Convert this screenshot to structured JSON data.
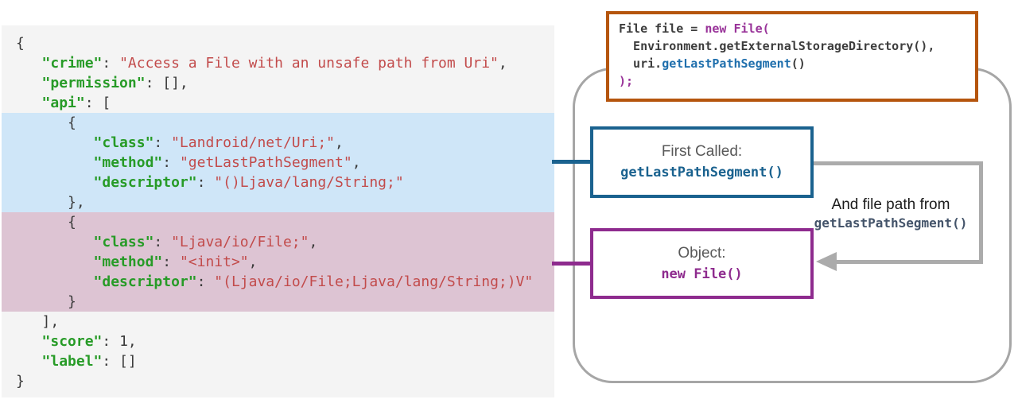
{
  "colors": {
    "json_panel_bg": "#f4f4f4",
    "json_key_green": "#279b27",
    "json_string_red": "#c24b4b",
    "json_punct_gray": "#3a3a3a",
    "highlight_blue": "#cfe6f8",
    "highlight_pink": "#ddc4d3",
    "accent_blue": "#1a628f",
    "accent_purple": "#8e2b8e",
    "accent_orange": "#b5550d",
    "gray_line": "#ababab",
    "container_gray": "#a6a6a6",
    "code_keyword_purple": "#993399",
    "code_method_blue": "#1f6fad",
    "code_text_dark": "#3d3d3d",
    "label_gray": "#595959"
  },
  "json_panel": {
    "lines": [
      {
        "hl": "none",
        "segs": [
          [
            "pun",
            "{"
          ]
        ]
      },
      {
        "hl": "none",
        "segs": [
          [
            "pun",
            "   "
          ],
          [
            "key",
            "\"crime\""
          ],
          [
            "pun",
            ": "
          ],
          [
            "str",
            "\"Access a File with an unsafe path from Uri\""
          ],
          [
            "pun",
            ","
          ]
        ]
      },
      {
        "hl": "none",
        "segs": [
          [
            "pun",
            "   "
          ],
          [
            "key",
            "\"permission\""
          ],
          [
            "pun",
            ": [],"
          ]
        ]
      },
      {
        "hl": "none",
        "segs": [
          [
            "pun",
            "   "
          ],
          [
            "key",
            "\"api\""
          ],
          [
            "pun",
            ": ["
          ]
        ]
      },
      {
        "hl": "blue",
        "segs": [
          [
            "pun",
            "      {"
          ]
        ]
      },
      {
        "hl": "blue",
        "segs": [
          [
            "pun",
            "         "
          ],
          [
            "key",
            "\"class\""
          ],
          [
            "pun",
            ": "
          ],
          [
            "str",
            "\"Landroid/net/Uri;\""
          ],
          [
            "pun",
            ","
          ]
        ]
      },
      {
        "hl": "blue",
        "segs": [
          [
            "pun",
            "         "
          ],
          [
            "key",
            "\"method\""
          ],
          [
            "pun",
            ": "
          ],
          [
            "str",
            "\"getLastPathSegment\""
          ],
          [
            "pun",
            ","
          ]
        ]
      },
      {
        "hl": "blue",
        "segs": [
          [
            "pun",
            "         "
          ],
          [
            "key",
            "\"descriptor\""
          ],
          [
            "pun",
            ": "
          ],
          [
            "str",
            "\"()Ljava/lang/String;\""
          ]
        ]
      },
      {
        "hl": "blue",
        "segs": [
          [
            "pun",
            "      },"
          ]
        ]
      },
      {
        "hl": "pink",
        "segs": [
          [
            "pun",
            "      {"
          ]
        ]
      },
      {
        "hl": "pink",
        "segs": [
          [
            "pun",
            "         "
          ],
          [
            "key",
            "\"class\""
          ],
          [
            "pun",
            ": "
          ],
          [
            "str",
            "\"Ljava/io/File;\""
          ],
          [
            "pun",
            ","
          ]
        ]
      },
      {
        "hl": "pink",
        "segs": [
          [
            "pun",
            "         "
          ],
          [
            "key",
            "\"method\""
          ],
          [
            "pun",
            ": "
          ],
          [
            "str",
            "\"<init>\""
          ],
          [
            "pun",
            ","
          ]
        ]
      },
      {
        "hl": "pink",
        "segs": [
          [
            "pun",
            "         "
          ],
          [
            "key",
            "\"descriptor\""
          ],
          [
            "pun",
            ": "
          ],
          [
            "str",
            "\"(Ljava/io/File;Ljava/lang/String;)V\""
          ]
        ]
      },
      {
        "hl": "pink",
        "segs": [
          [
            "pun",
            "      }"
          ]
        ]
      },
      {
        "hl": "none",
        "segs": [
          [
            "pun",
            "   ],"
          ]
        ]
      },
      {
        "hl": "none",
        "segs": [
          [
            "pun",
            "   "
          ],
          [
            "key",
            "\"score\""
          ],
          [
            "pun",
            ": "
          ],
          [
            "num",
            "1"
          ],
          [
            "pun",
            ","
          ]
        ]
      },
      {
        "hl": "none",
        "segs": [
          [
            "pun",
            "   "
          ],
          [
            "key",
            "\"label\""
          ],
          [
            "pun",
            ": []"
          ]
        ]
      },
      {
        "hl": "none",
        "segs": [
          [
            "pun",
            "}"
          ]
        ]
      }
    ]
  },
  "code_box": {
    "lines": [
      {
        "hl": "none",
        "segs": [
          [
            "code",
            "File file = "
          ],
          [
            "kw",
            "new File("
          ]
        ]
      },
      {
        "hl": "none",
        "segs": [
          [
            "code",
            "  Environment.getExternalStorageDirectory(),"
          ]
        ]
      },
      {
        "hl": "none",
        "segs": [
          [
            "code",
            "  uri."
          ],
          [
            "meth",
            "getLastPathSegment"
          ],
          [
            "code",
            "()"
          ]
        ]
      },
      {
        "hl": "none",
        "segs": [
          [
            "kw",
            ");"
          ]
        ]
      }
    ]
  },
  "first_called_box": {
    "title": "First Called:",
    "code": "getLastPathSegment()"
  },
  "object_box": {
    "title": "Object:",
    "code": "new File()"
  },
  "arrow_label": {
    "line1": "And file path from",
    "line2": "getLastPathSegment()"
  }
}
